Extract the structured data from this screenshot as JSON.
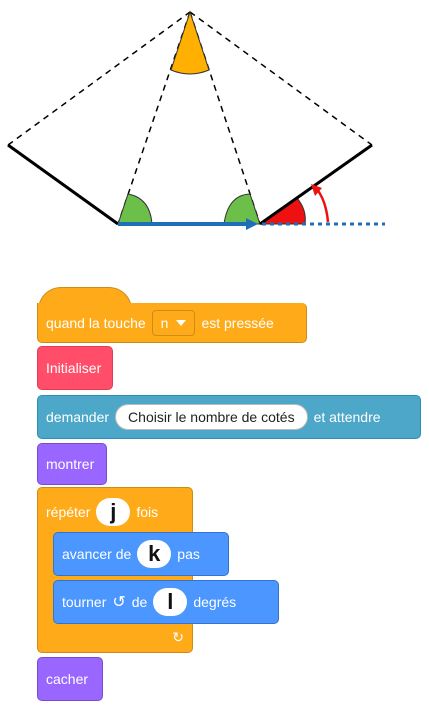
{
  "colors": {
    "events": "#FFAB19",
    "custom": "#FF4D6A",
    "sensing": "#4CA7C9",
    "looks": "#9966FF",
    "control": "#FFAB19",
    "motion": "#4C97FF",
    "angle_apex": "#FFB000",
    "angle_base": "#6CC04A",
    "angle_exterior": "#EE1111",
    "vector": "#1F6FB8"
  },
  "blocks": {
    "hat": {
      "prefix": "quand la touche",
      "key": "n",
      "suffix": "est pressée"
    },
    "init": {
      "label": "Initialiser"
    },
    "ask": {
      "prefix": "demander",
      "question": "Choisir le nombre de cotés",
      "suffix": "et attendre"
    },
    "show": {
      "label": "montrer"
    },
    "repeat": {
      "prefix": "répéter",
      "var": "j",
      "suffix": "fois"
    },
    "move": {
      "prefix": "avancer de",
      "var": "k",
      "suffix": "pas"
    },
    "turn": {
      "prefix": "tourner",
      "icon": "rotate-left-icon",
      "middle": "de",
      "var": "l",
      "suffix": "degrés"
    },
    "hide": {
      "label": "cacher"
    }
  }
}
